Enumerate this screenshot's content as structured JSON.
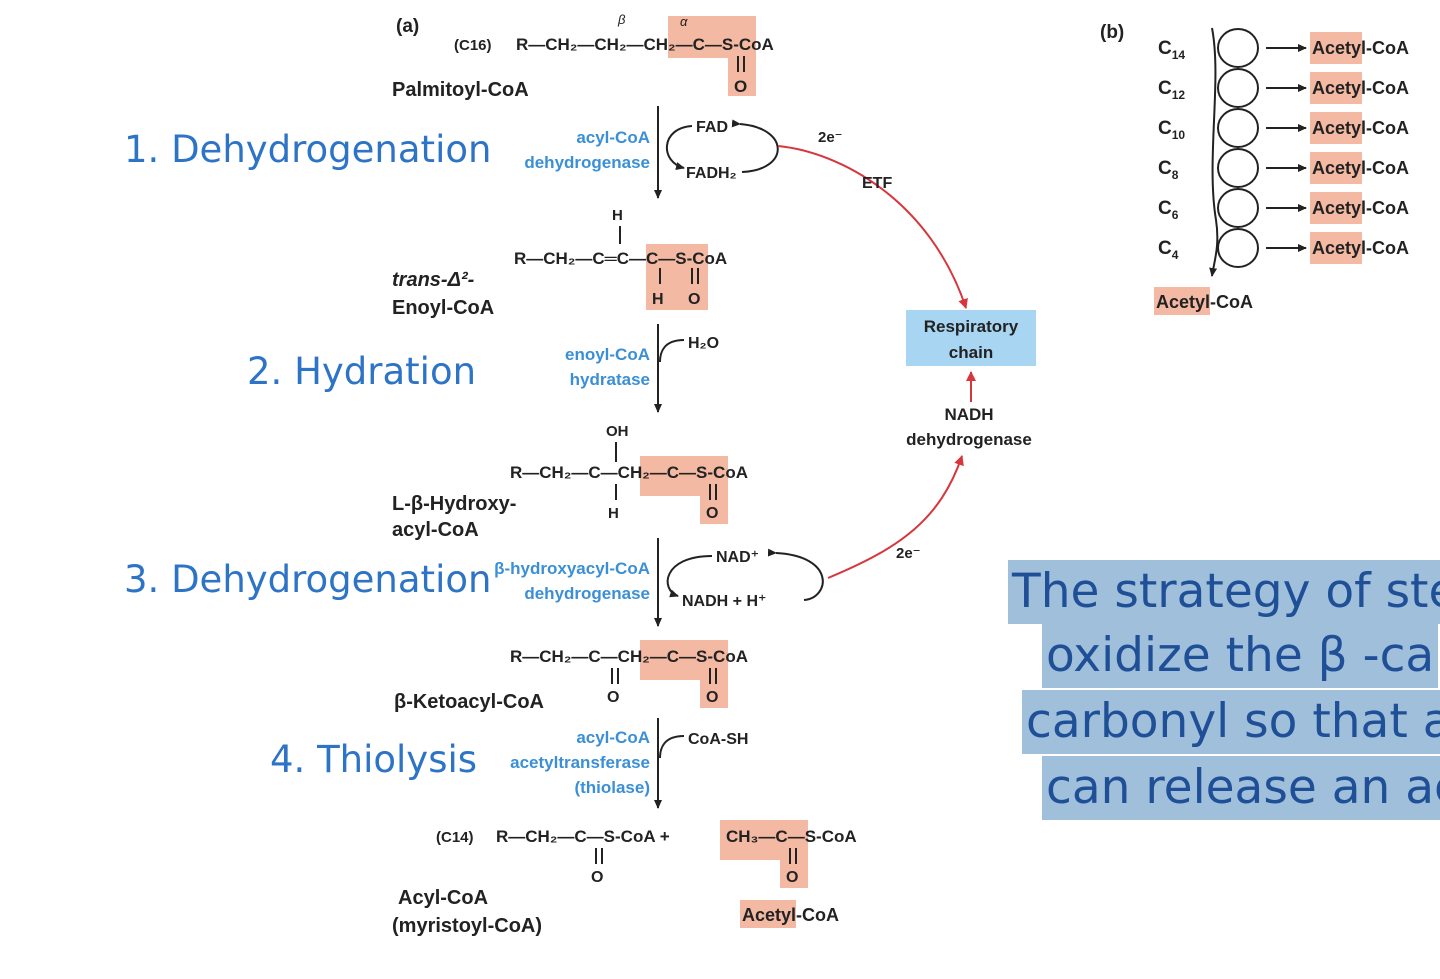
{
  "panel_a": {
    "label": "(a)",
    "molecules": {
      "palmitoyl": {
        "chain_len": "(C16)",
        "name": "Palmitoyl-CoA",
        "beta": "β",
        "alpha": "α"
      },
      "enoyl": {
        "name_line1": "trans-Δ²-",
        "name_line2": "Enoyl-CoA"
      },
      "hydroxyacyl": {
        "name_line1": "L-β-Hydroxy-",
        "name_line2": "acyl-CoA"
      },
      "ketoacyl": {
        "name": "β-Ketoacyl-CoA"
      },
      "acyl": {
        "chain_len": "(C14)",
        "name_line1": "Acyl-CoA",
        "name_line2": "(myristoyl-CoA)"
      },
      "acetyl_product": {
        "name": "Acetyl-CoA"
      }
    },
    "steps": [
      {
        "title": "1. Dehydrogenation",
        "enzyme_line1": "acyl-CoA",
        "enzyme_line2": "dehydrogenase",
        "cofactor_in": "FAD",
        "cofactor_out": "FADH₂"
      },
      {
        "title": "2. Hydration",
        "enzyme_line1": "enoyl-CoA",
        "enzyme_line2": "hydratase",
        "cofactor_in": "H₂O"
      },
      {
        "title": "3. Dehydrogenation",
        "enzyme_line1": "β-hydroxyacyl-CoA",
        "enzyme_line2": "dehydrogenase",
        "cofactor_in": "NAD⁺",
        "cofactor_out": "NADH + H⁺"
      },
      {
        "title": "4. Thiolysis",
        "enzyme_line1": "acyl-CoA",
        "enzyme_line2": "acetyltransferase",
        "enzyme_line3": "(thiolase)",
        "cofactor_in": "CoA-SH"
      }
    ],
    "electron_path": {
      "etf": "ETF",
      "two_e_1": "2e⁻",
      "two_e_2": "2e⁻",
      "respiratory_chain_line1": "Respiratory",
      "respiratory_chain_line2": "chain",
      "nadh_dh_line1": "NADH",
      "nadh_dh_line2": "dehydrogenase"
    }
  },
  "panel_b": {
    "label": "(b)",
    "chains": [
      "C14",
      "C12",
      "C10",
      "C8",
      "C6",
      "C4"
    ],
    "product": "Acetyl-CoA"
  },
  "quote_lines": [
    "The strategy of step",
    "oxidize the β -ca",
    "carbonyl so that a",
    "can release an ac"
  ],
  "colors": {
    "step_text": "#2e74c6",
    "enzyme_text": "#3b8fd6",
    "highlight": "#f3b9a3",
    "resp_box": "#a8d6f2",
    "arrow_red": "#d6363c",
    "quote_bg": "#9fbfdb",
    "quote_text": "#1f4f96"
  }
}
